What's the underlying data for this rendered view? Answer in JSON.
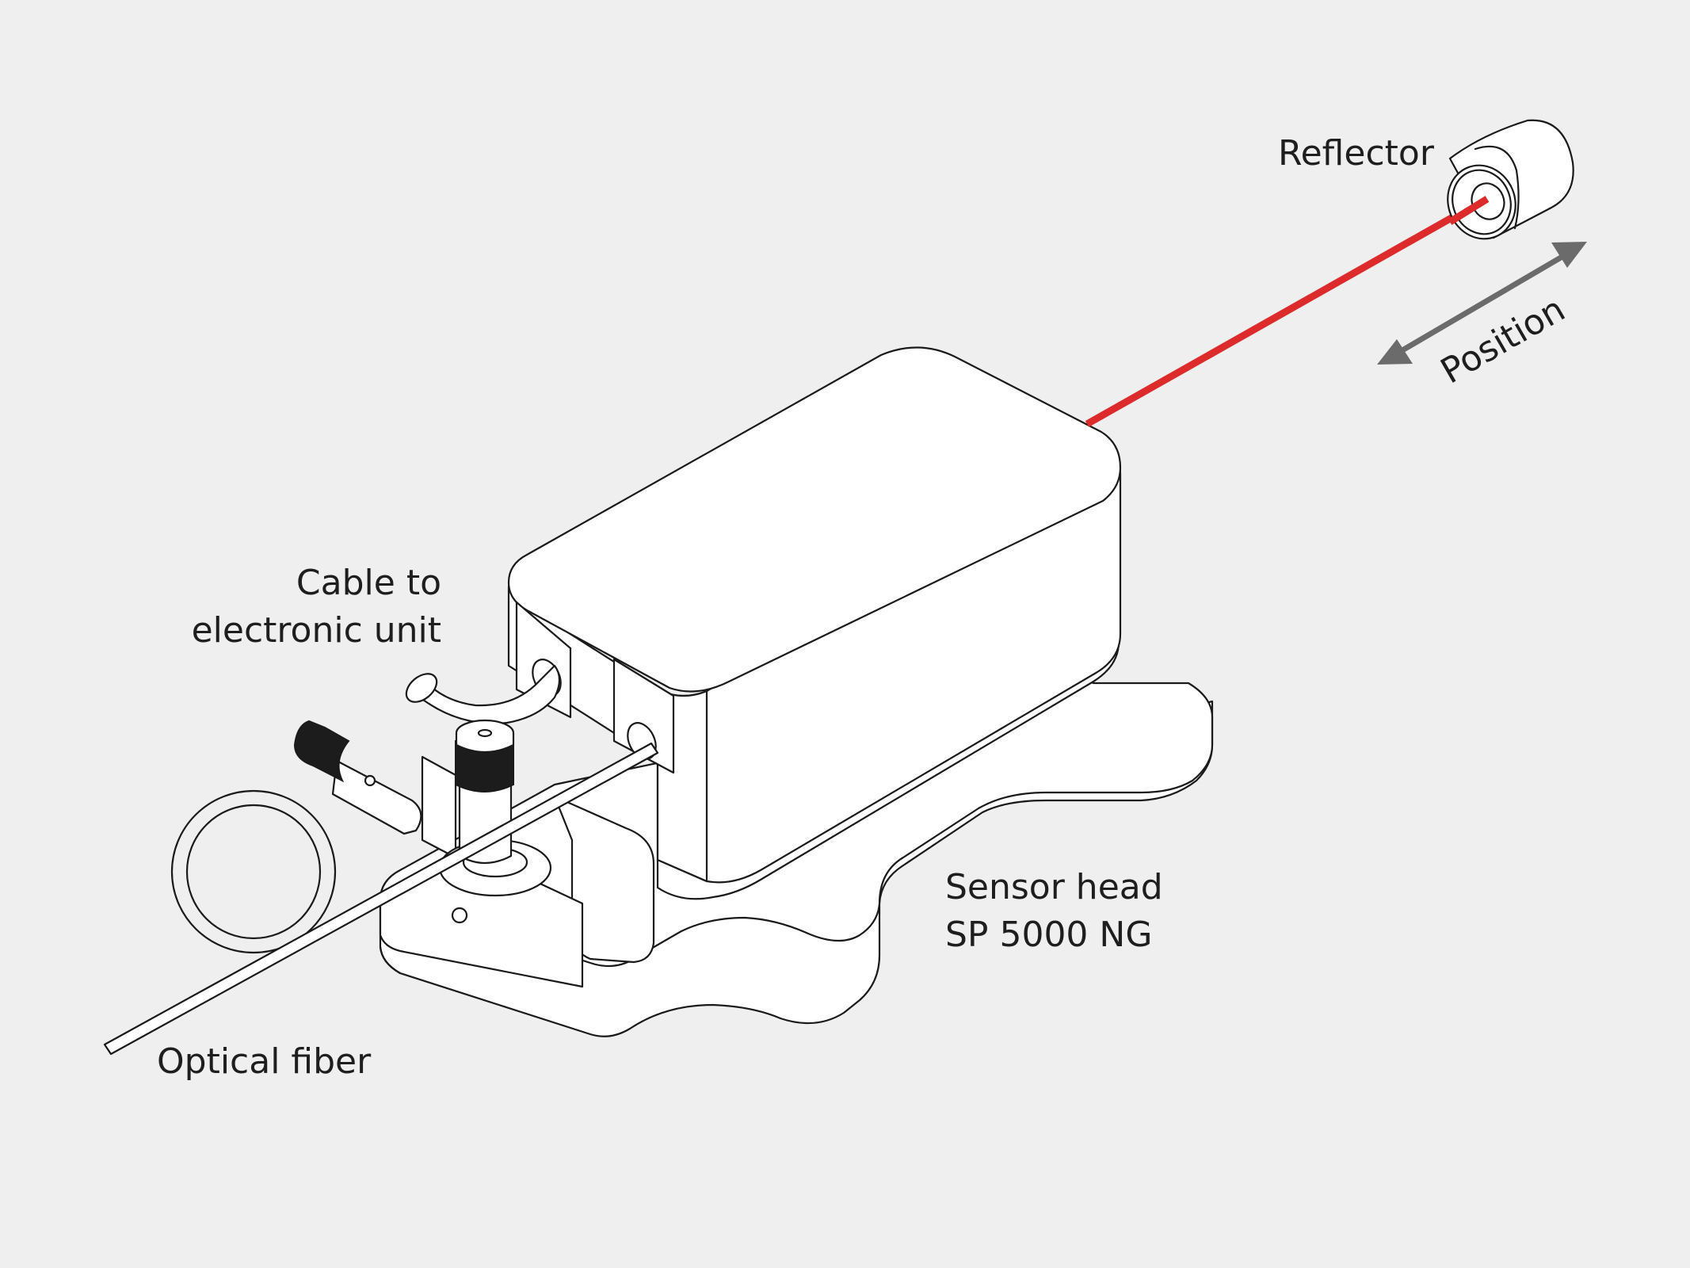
{
  "figure": {
    "subject": "Interferometric position sensor setup",
    "colors": {
      "background": "#efefef",
      "laser_beam": "#dd2a2a",
      "arrow": "#6b6b6b",
      "outline": "#1a1a1a",
      "part_fill": "#ffffff",
      "knob_fill": "#1c1c1c"
    },
    "labels": {
      "reflector": "Reflector",
      "position": "Position",
      "cable_line1": "Cable to",
      "cable_line2": "electronic unit",
      "sensor_line1": "Sensor head",
      "sensor_line2": "SP 5000 NG",
      "fiber": "Optical fiber"
    }
  }
}
